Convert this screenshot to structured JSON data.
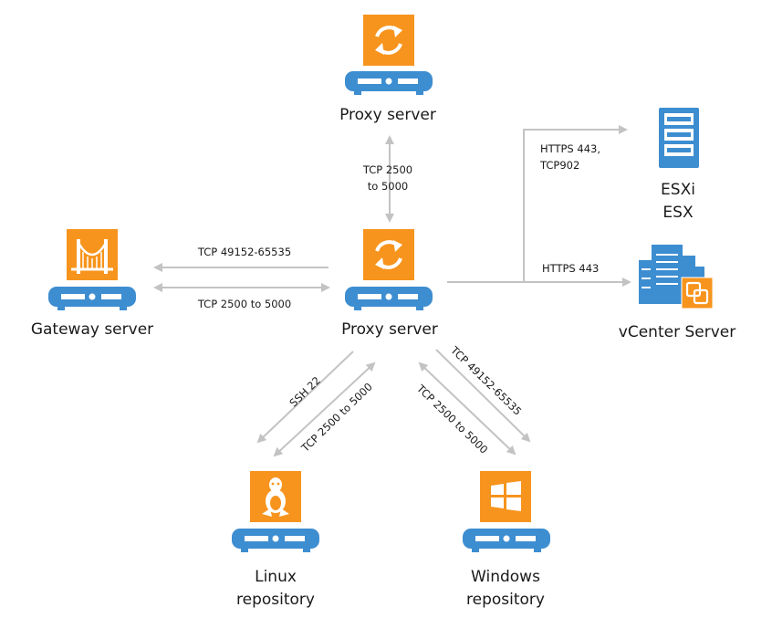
{
  "colors": {
    "orange": "#f7941d",
    "server_blue": "#3d8dd1",
    "arrow_gray": "#c3c3c3",
    "text": "#1a1a1a"
  },
  "nodes": {
    "proxy_top": {
      "label": "Proxy server",
      "icon": "refresh-icon"
    },
    "proxy_main": {
      "label": "Proxy server",
      "icon": "refresh-icon"
    },
    "gateway": {
      "label": "Gateway server",
      "icon": "bridge-icon"
    },
    "esx": {
      "label_line1": "ESXi",
      "label_line2": "ESX",
      "icon": "server-rack-icon"
    },
    "vcenter": {
      "label": "vCenter Server",
      "icon": "vcenter-buildings-icon"
    },
    "linux": {
      "label_line1": "Linux",
      "label_line2": "repository",
      "icon": "linux-tux-icon"
    },
    "windows": {
      "label_line1": "Windows",
      "label_line2": "repository",
      "icon": "windows-logo-icon"
    }
  },
  "edges": {
    "proxy_to_proxy": {
      "line1": "TCP 2500",
      "line2": "to 5000"
    },
    "esx_https": {
      "line1": "HTTPS 443,",
      "line2": "TCP902"
    },
    "vcenter_https": {
      "label": "HTTPS 443"
    },
    "gateway_high": {
      "label": "TCP 49152-65535"
    },
    "gateway_low": {
      "label": "TCP 2500 to 5000"
    },
    "linux_ssh": {
      "label": "SSH 22"
    },
    "linux_tcp": {
      "label": "TCP 2500 to 5000"
    },
    "windows_tcp": {
      "label": "TCP 2500 to 5000"
    },
    "windows_high": {
      "label": "TCP 49152-65535"
    }
  }
}
